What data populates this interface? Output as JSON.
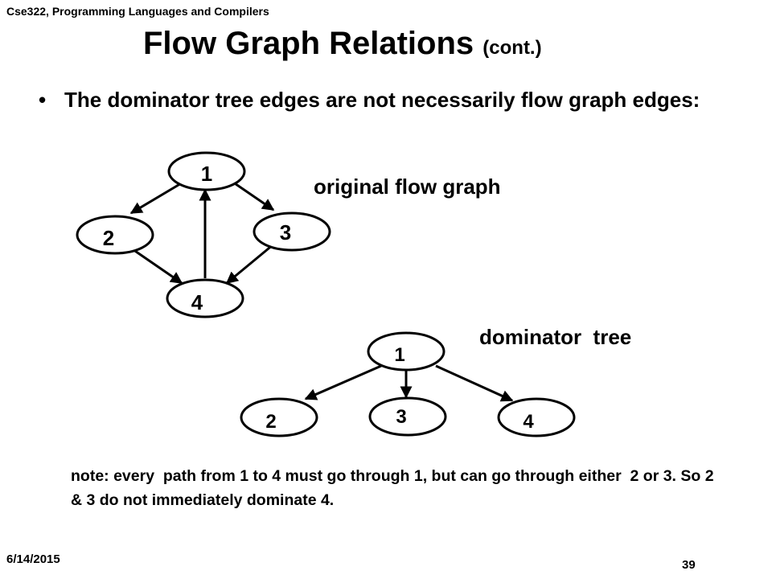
{
  "header": {
    "course": "Cse322, Programming Languages and Compilers"
  },
  "slide": {
    "title": "Flow Graph Relations",
    "title_suffix": "(cont.)",
    "bullet": "The dominator tree edges are not necessarily flow graph edges:",
    "bullet_marker": "•"
  },
  "flow_graph": {
    "label": "original flow graph",
    "nodes": [
      "1",
      "2",
      "3",
      "4"
    ],
    "edges": [
      [
        "1",
        "2"
      ],
      [
        "1",
        "3"
      ],
      [
        "2",
        "4"
      ],
      [
        "3",
        "4"
      ],
      [
        "4",
        "1"
      ]
    ]
  },
  "dominator_tree": {
    "label": "dominator  tree",
    "nodes": [
      "1",
      "2",
      "3",
      "4"
    ],
    "edges": [
      [
        "1",
        "2"
      ],
      [
        "1",
        "3"
      ],
      [
        "1",
        "4"
      ]
    ]
  },
  "note": "note: every  path from 1 to 4 must go through 1, but can go through either  2 or 3. So 2 & 3 do not immediately dominate 4.",
  "footer": {
    "date": "6/14/2015",
    "page": "39"
  }
}
